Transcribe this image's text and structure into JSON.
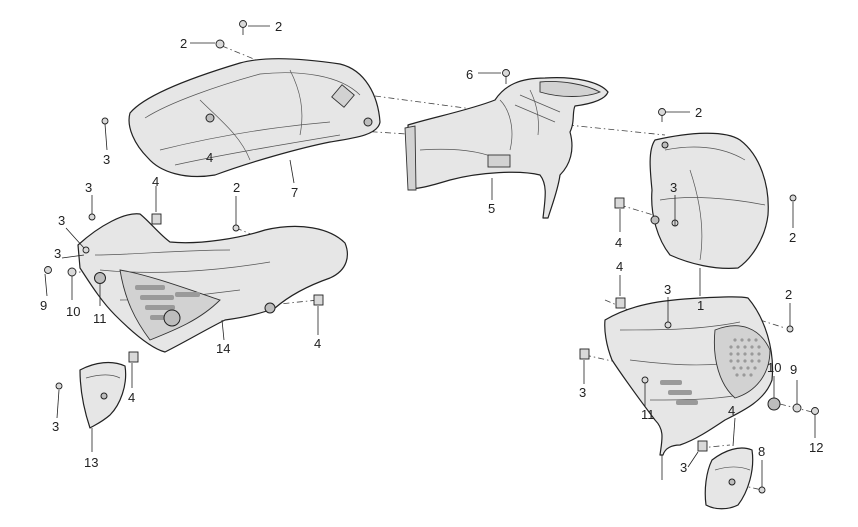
{
  "callouts": [
    {
      "id": "c2a",
      "text": "2"
    },
    {
      "id": "c2b",
      "text": "2"
    },
    {
      "id": "c6",
      "text": "6"
    },
    {
      "id": "c3a",
      "text": "3"
    },
    {
      "id": "c4a",
      "text": "4"
    },
    {
      "id": "c7",
      "text": "7"
    },
    {
      "id": "c5",
      "text": "5"
    },
    {
      "id": "c2c",
      "text": "2"
    },
    {
      "id": "c3b",
      "text": "3"
    },
    {
      "id": "c4b",
      "text": "4"
    },
    {
      "id": "c2d",
      "text": "2"
    },
    {
      "id": "c3c",
      "text": "3"
    },
    {
      "id": "c3d",
      "text": "3"
    },
    {
      "id": "c2e",
      "text": "2"
    },
    {
      "id": "c3e",
      "text": "3"
    },
    {
      "id": "c9a",
      "text": "9"
    },
    {
      "id": "c10a",
      "text": "10"
    },
    {
      "id": "c11a",
      "text": "11"
    },
    {
      "id": "c14",
      "text": "14"
    },
    {
      "id": "c4c",
      "text": "4"
    },
    {
      "id": "c4d",
      "text": "4"
    },
    {
      "id": "c4e",
      "text": "4"
    },
    {
      "id": "c1",
      "text": "1"
    },
    {
      "id": "c3f",
      "text": "3"
    },
    {
      "id": "c2f",
      "text": "2"
    },
    {
      "id": "c3g",
      "text": "3"
    },
    {
      "id": "c13",
      "text": "13"
    },
    {
      "id": "c4f",
      "text": "4"
    },
    {
      "id": "c3h",
      "text": "3"
    },
    {
      "id": "c11b",
      "text": "11"
    },
    {
      "id": "c10b",
      "text": "10"
    },
    {
      "id": "c9b",
      "text": "9"
    },
    {
      "id": "c12",
      "text": "12"
    },
    {
      "id": "c4g",
      "text": "4"
    },
    {
      "id": "c3i",
      "text": "3"
    },
    {
      "id": "c8",
      "text": "8"
    }
  ]
}
